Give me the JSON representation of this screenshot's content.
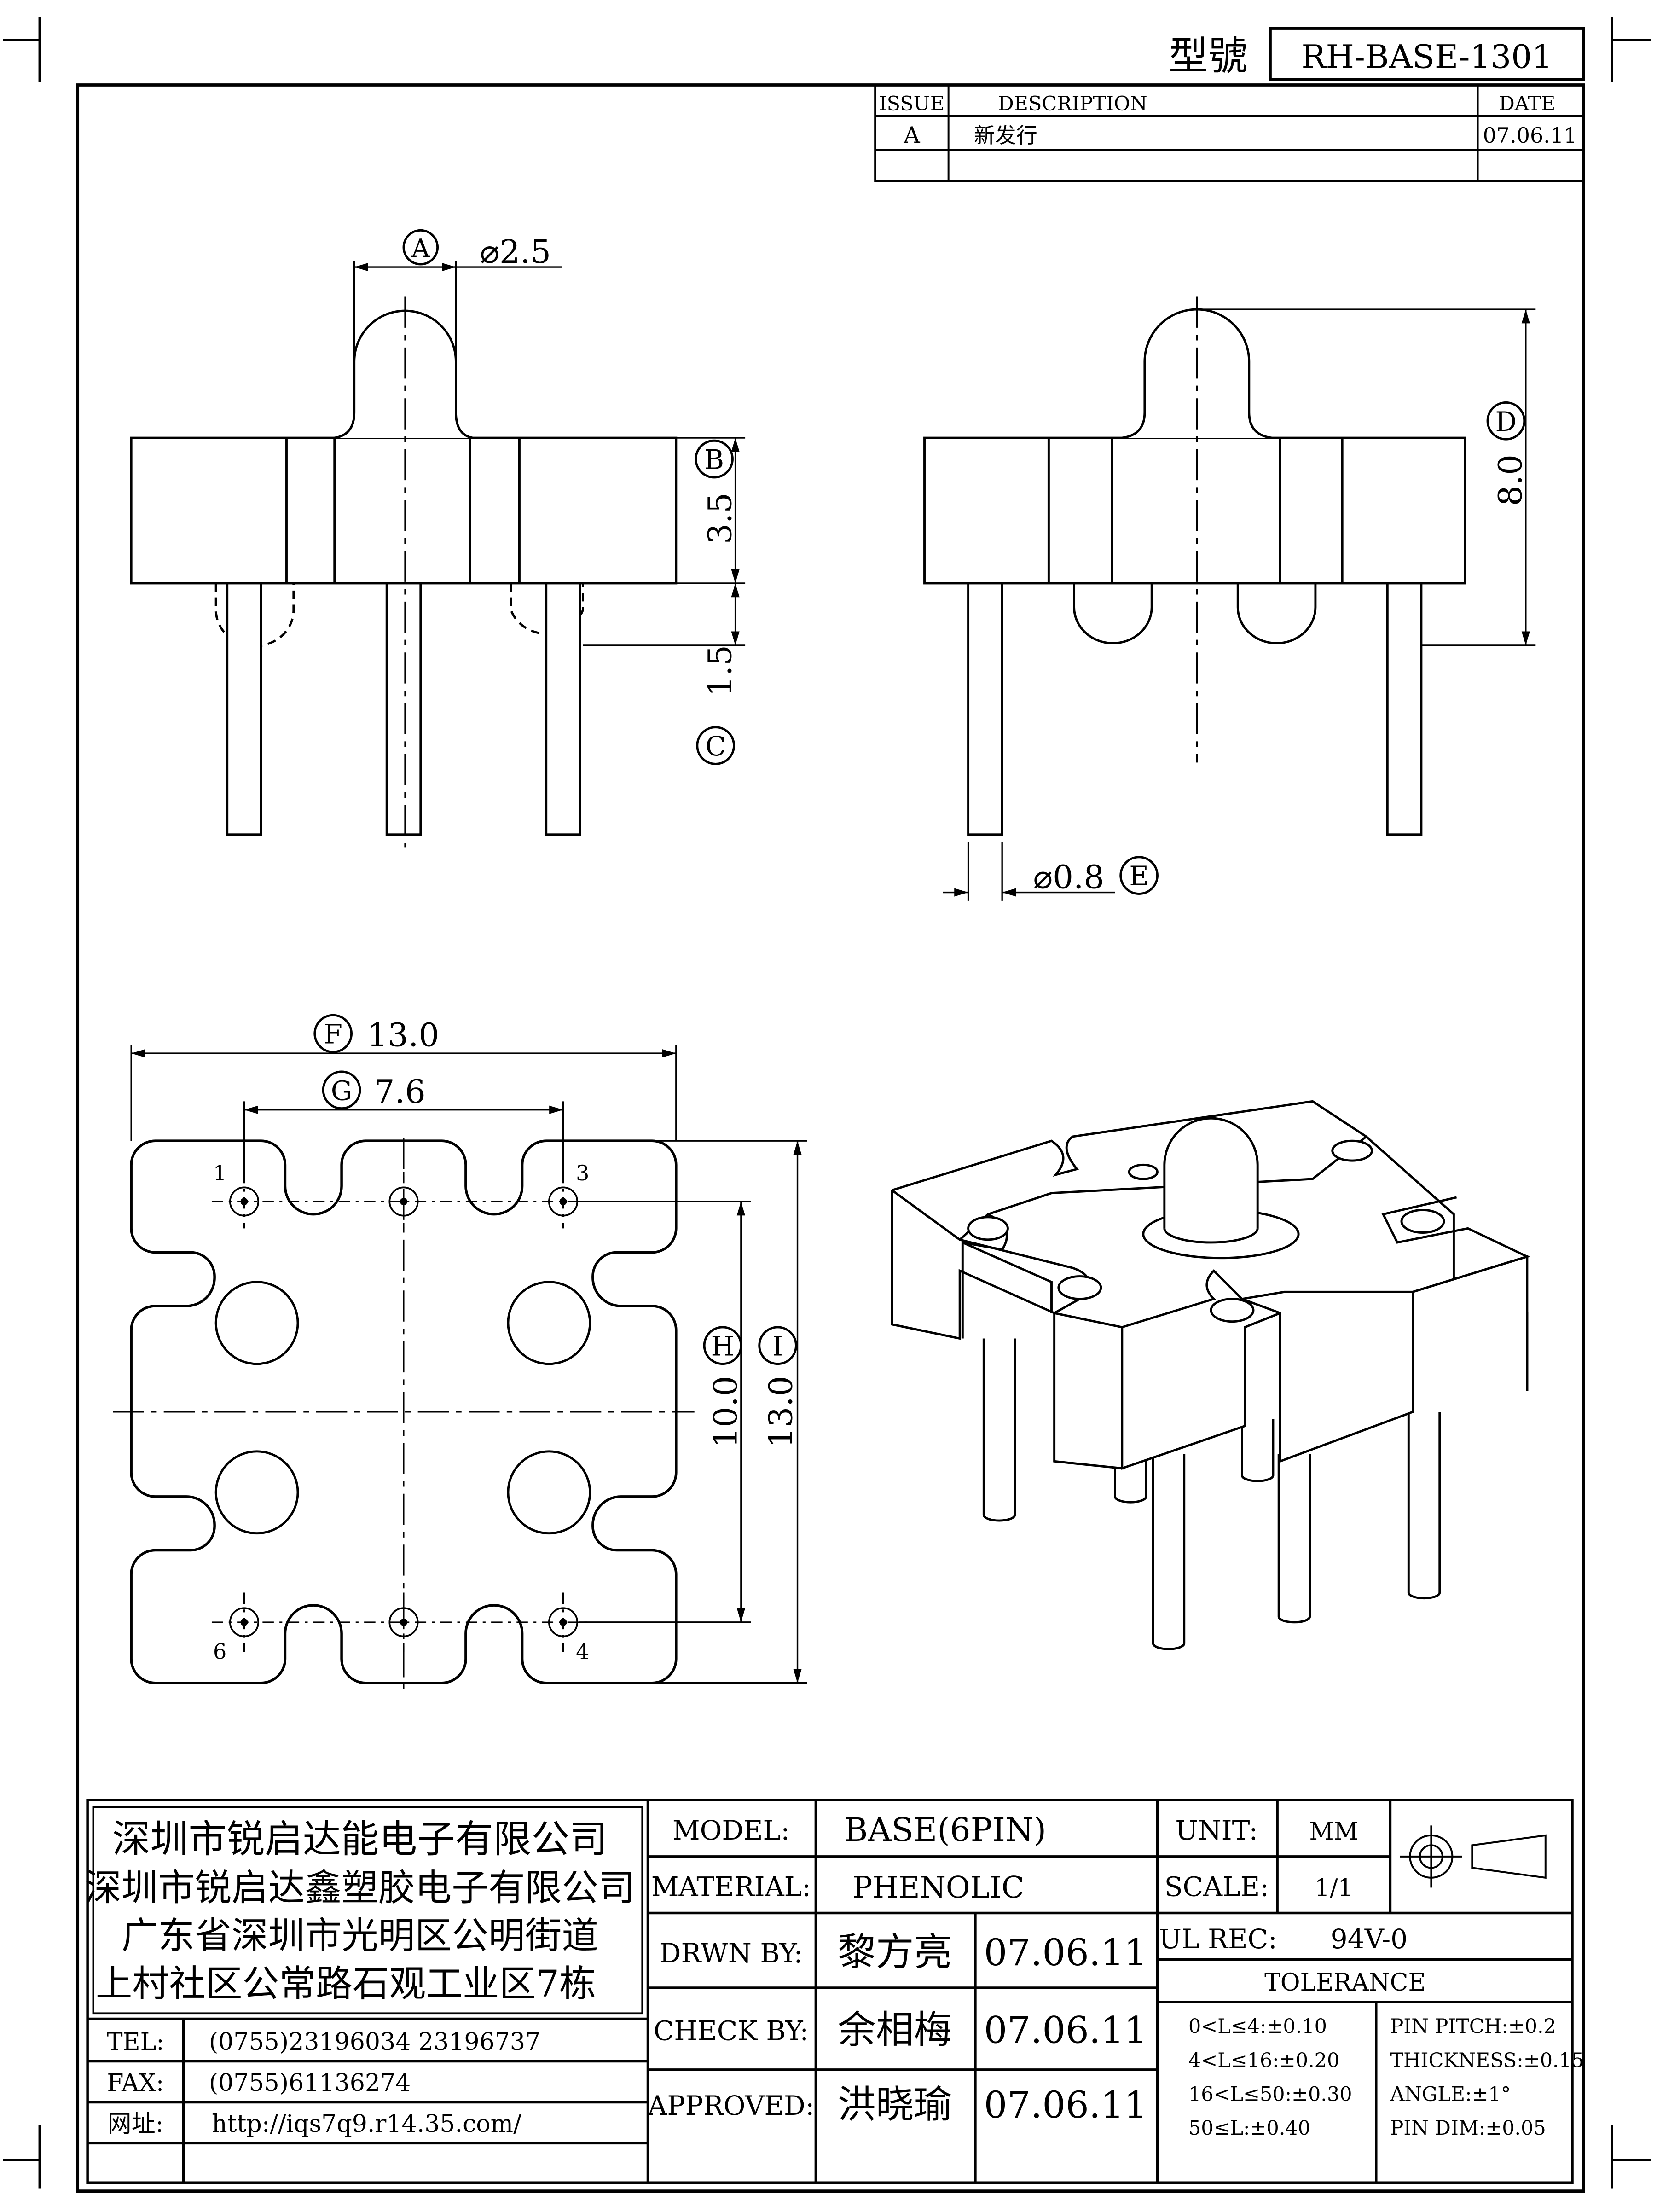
{
  "title_block": {
    "model_label": "型號",
    "model_code": "RH-BASE-1301"
  },
  "revision": {
    "headers": [
      "ISSUE",
      "DESCRIPTION",
      "DATE"
    ],
    "row": {
      "issue": "A",
      "description": "新发行",
      "date": "07.06.11"
    }
  },
  "dims": {
    "A": "A",
    "A_val": "⌀2.5",
    "B": "B",
    "B_val": "3.5",
    "C": "C",
    "C_val": "1.5",
    "D": "D",
    "D_val": "8.0",
    "E": "E",
    "E_val": "⌀0.8",
    "F": "F",
    "F_val": "13.0",
    "G": "G",
    "G_val": "7.6",
    "H": "H",
    "H_val": "10.0",
    "I": "I",
    "I_val": "13.0"
  },
  "pins": {
    "p1": "1",
    "p3": "3",
    "p4": "4",
    "p6": "6"
  },
  "company": {
    "line1": "深圳市锐启达能电子有限公司",
    "line2": "深圳市锐启达鑫塑胶电子有限公司",
    "line3": "广东省深圳市光明区公明街道",
    "line4": "上村社区公常路石观工业区7栋",
    "tel_label": "TEL:",
    "tel": "(0755)23196034  23196737",
    "fax_label": "FAX:",
    "fax": "(0755)61136274",
    "web_label": "网址:",
    "web": "http://iqs7q9.r14.35.com/"
  },
  "spec": {
    "model_label": "MODEL:",
    "model": "BASE(6PIN)",
    "material_label": "MATERIAL:",
    "material": "PHENOLIC",
    "drawn_label": "DRWN BY:",
    "drawn": "黎方亮",
    "drawn_date": "07.06.11",
    "check_label": "CHECK BY:",
    "check": "余相梅",
    "check_date": "07.06.11",
    "approved_label": "APPROVED:",
    "approved": "洪晓瑜",
    "approved_date": "07.06.11",
    "unit_label": "UNIT:",
    "unit": "MM",
    "scale_label": "SCALE:",
    "scale": "1/1",
    "ul_label": "UL REC:",
    "ul": "94V-0",
    "tolerance_label": "TOLERANCE",
    "tol1": "0<L≤4:±0.10",
    "tol2": "4<L≤16:±0.20",
    "tol3": "16<L≤50:±0.30",
    "tol4": "50≤L:±0.40",
    "tol5": "PIN PITCH:±0.2",
    "tol6": "THICKNESS:±0.15",
    "tol7": "ANGLE:±1°",
    "tol8": "PIN DIM:±0.05"
  }
}
